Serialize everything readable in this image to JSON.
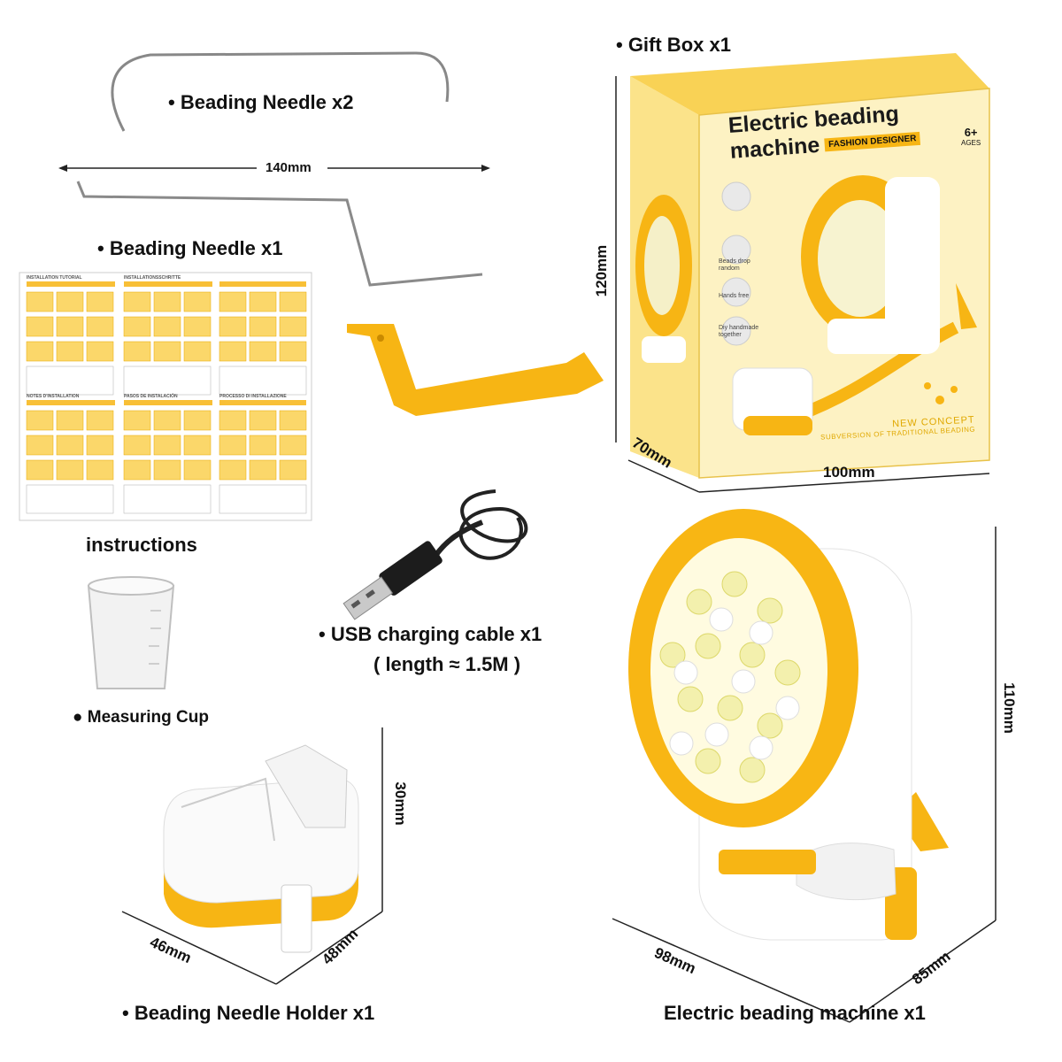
{
  "labels": {
    "gift_box": "• Gift Box x1",
    "needle_x2": "• Beading Needle x2",
    "needle_x1": "• Beading Needle x1",
    "instructions": "instructions",
    "usb_cable": "• USB charging cable x1",
    "usb_length": "( length ≈ 1.5M )",
    "measuring_cup": "● Measuring Cup",
    "needle_holder": "• Beading Needle Holder x1",
    "machine": "Electric beading machine  x1"
  },
  "dimensions": {
    "needle_length": "140mm",
    "box_height": "120mm",
    "box_depth": "70mm",
    "box_width": "100mm",
    "holder_height": "30mm",
    "holder_width": "46mm",
    "holder_depth": "48mm",
    "machine_height": "110mm",
    "machine_width": "98mm",
    "machine_depth": "85mm"
  },
  "box_print": {
    "title_line1": "Electric beading",
    "title_line2": "machine",
    "badge": "FASHION DESIGNER",
    "age": "6+",
    "age_sub": "AGES",
    "feature_1": "Beads drop random",
    "feature_2": "Hands free",
    "feature_3": "Diy handmade together",
    "bottom_1": "NEW CONCEPT",
    "bottom_2": "SUBVERSION OF TRADITIONAL BEADING"
  },
  "sheet": {
    "headings": [
      "INSTALLATION TUTORIAL",
      "INSTALLATIONSSCHRITTE",
      "NOTES D'INSTALLATION",
      "PASOS DE INSTALACIÓN",
      "PROCESSO DI INSTALLAZIONE"
    ]
  },
  "colors": {
    "brand_yellow": "#f7b514",
    "box_yellow": "#fbe38a",
    "plastic_white": "#f4f4f4"
  }
}
